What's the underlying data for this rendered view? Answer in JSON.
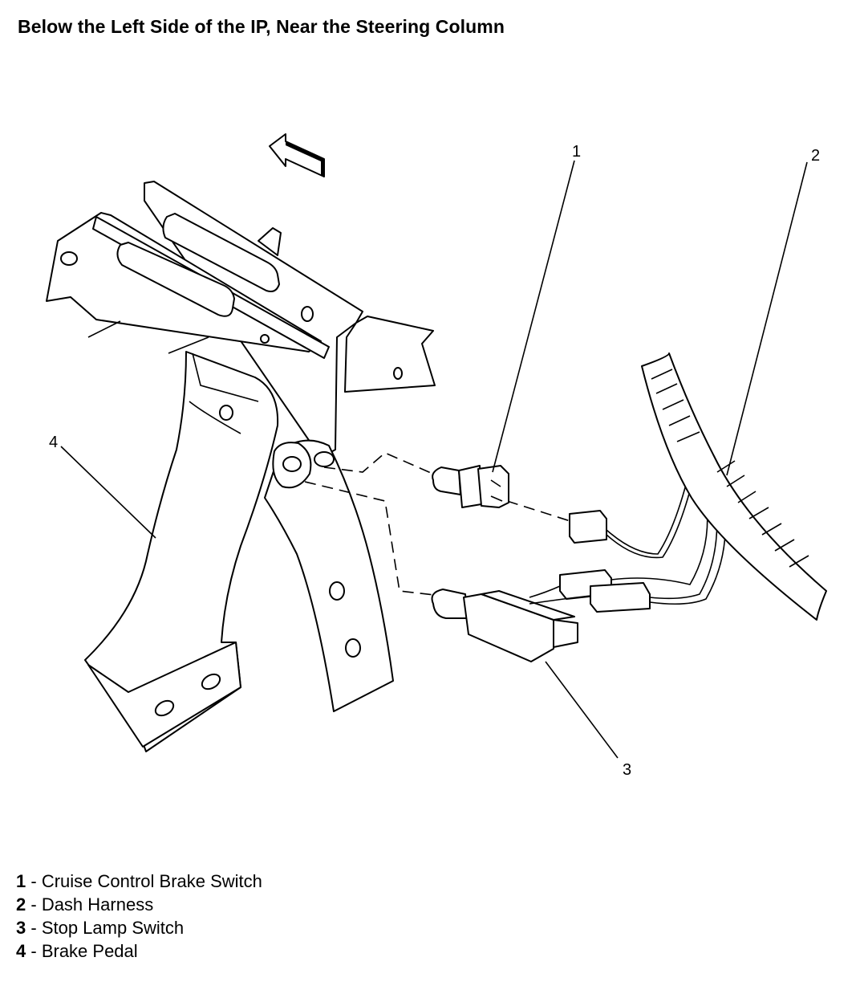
{
  "title": "Below the Left Side of the IP, Near the Steering Column",
  "callouts": [
    {
      "number": "1",
      "label": "Cruise Control Brake Switch"
    },
    {
      "number": "2",
      "label": "Dash Harness"
    },
    {
      "number": "3",
      "label": "Stop Lamp Switch"
    },
    {
      "number": "4",
      "label": "Brake Pedal"
    }
  ],
  "legend_separator": " - ",
  "icons": {
    "direction_arrow": "front-direction-arrow-icon"
  }
}
